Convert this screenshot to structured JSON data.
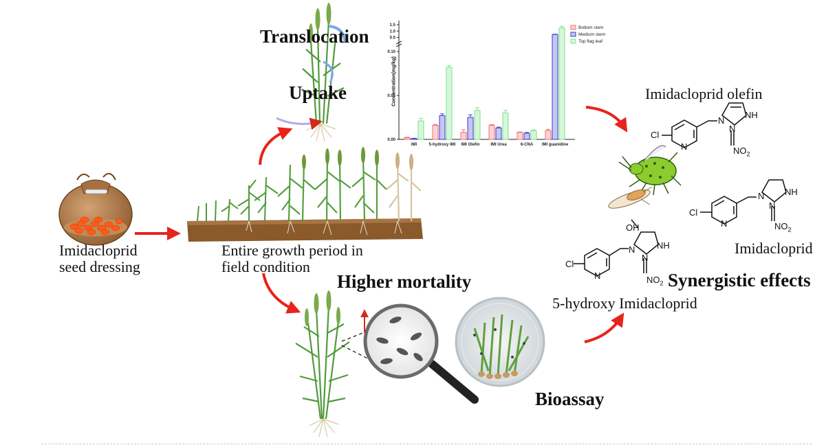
{
  "labels": {
    "seed": [
      "Imidacloprid",
      "seed dressing"
    ],
    "field": [
      "Entire growth period in",
      "field condition"
    ],
    "translocation": "Translocation",
    "uptake": "Uptake",
    "higher_mortality": "Higher mortality",
    "bioassay": "Bioassay",
    "synergistic": "Synergistic effects",
    "imi_olefin": "Imidacloprid olefin",
    "imidacloprid": "Imidacloprid",
    "hydroxy": "5-hydroxy Imidacloprid"
  },
  "chem_atoms": {
    "cl": "Cl",
    "n": "N",
    "nh": "NH",
    "oh": "OH",
    "no2": "NO",
    "no2_sub": "2"
  },
  "colors": {
    "red_arrow": "#e8231a",
    "soil": "#8a5a2b",
    "leaf": "#4f9a3a",
    "bottom_stem": "#f26d6d",
    "medium_stem": "#3b3bcf",
    "top_flag_leaf": "#7ee28a"
  },
  "chart_data": {
    "type": "bar",
    "ylabel": "Concentration(mg/kg)",
    "categories": [
      "IMI",
      "5-hydroxy IMI",
      "IMI Olefin",
      "IMI Urea",
      "6-CNA",
      "IMI guanidine"
    ],
    "yticks_lower": [
      "0.00",
      "0.05",
      "0.10"
    ],
    "yticks_upper": [
      "0.5",
      "1.0",
      "1.5"
    ],
    "ylim_lower": [
      0,
      0.1
    ],
    "ylim_upper": [
      0.1,
      1.5
    ],
    "series": [
      {
        "name": "Bottom stem",
        "values": [
          0.002,
          0.016,
          0.008,
          0.016,
          0.008,
          0.01
        ],
        "errors": [
          0.0005,
          0.001,
          0.003,
          0.0008,
          0.0005,
          0.0015
        ]
      },
      {
        "name": "Medium stem",
        "values": [
          0.001,
          0.027,
          0.025,
          0.013,
          0.007,
          0.74
        ],
        "errors": [
          0.0003,
          0.002,
          0.003,
          0.001,
          0.001,
          0.02
        ]
      },
      {
        "name": "Top flag leaf",
        "values": [
          0.021,
          0.082,
          0.033,
          0.03,
          0.01,
          1.25
        ],
        "errors": [
          0.003,
          0.002,
          0.003,
          0.003,
          0.0008,
          0.12
        ]
      }
    ],
    "legend_position": "top-right"
  }
}
